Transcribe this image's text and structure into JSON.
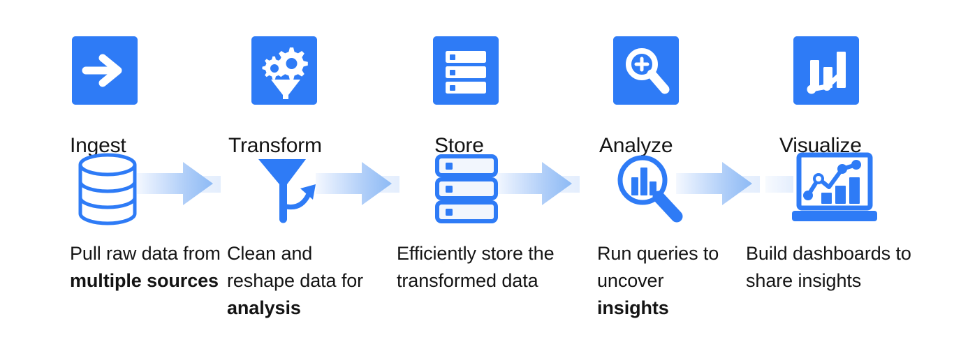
{
  "diagram": {
    "title": "Data pipeline flow",
    "background_color": "#ffffff",
    "accent_color": "#2E7BF6",
    "arrow_gradient_from": "#EAF2FE",
    "arrow_gradient_to": "#8DBAF5",
    "text_color": "#141414"
  },
  "stages": [
    {
      "label": "Ingest",
      "badge_icon": "arrow-right-icon",
      "flow_icon": "database-cylinder-icon",
      "description_plain": "Pull raw data from multiple sources",
      "description_parts": [
        {
          "text": "Pull raw data from ",
          "bold": false
        },
        {
          "text": "multiple sources",
          "bold": true
        }
      ]
    },
    {
      "label": "Transform",
      "badge_icon": "gears-funnel-icon",
      "flow_icon": "funnel-arrow-icon",
      "description_plain": "Clean and reshape data for analysis",
      "description_parts": [
        {
          "text": "Clean and reshape data for ",
          "bold": false
        },
        {
          "text": "analysis",
          "bold": true
        }
      ]
    },
    {
      "label": "Store",
      "badge_icon": "server-stack-icon",
      "flow_icon": "database-rack-icon",
      "description_plain": "Efficiently store the transformed data",
      "description_parts": [
        {
          "text": "Efficiently store the transformed data",
          "bold": false
        }
      ]
    },
    {
      "label": "Analyze",
      "badge_icon": "magnifier-plus-icon",
      "flow_icon": "magnifier-bars-icon",
      "description_plain": "Run queries to uncover insights",
      "description_parts": [
        {
          "text": "Run queries to uncover ",
          "bold": false
        },
        {
          "text": "insights",
          "bold": true
        }
      ]
    },
    {
      "label": "Visualize",
      "badge_icon": "bar-line-chart-icon",
      "flow_icon": "laptop-dashboard-icon",
      "description_plain": "Build dashboards to share insights",
      "description_parts": [
        {
          "text": "Build dashboards to share insights",
          "bold": false
        }
      ]
    }
  ],
  "connectors": [
    {
      "name": "arrow-ingest-to-transform",
      "icon": "gradient-arrow-right-icon"
    },
    {
      "name": "arrow-transform-to-store",
      "icon": "gradient-arrow-right-icon"
    },
    {
      "name": "arrow-store-to-analyze",
      "icon": "gradient-arrow-right-icon"
    },
    {
      "name": "arrow-analyze-to-visualize",
      "icon": "gradient-arrow-right-icon"
    }
  ]
}
